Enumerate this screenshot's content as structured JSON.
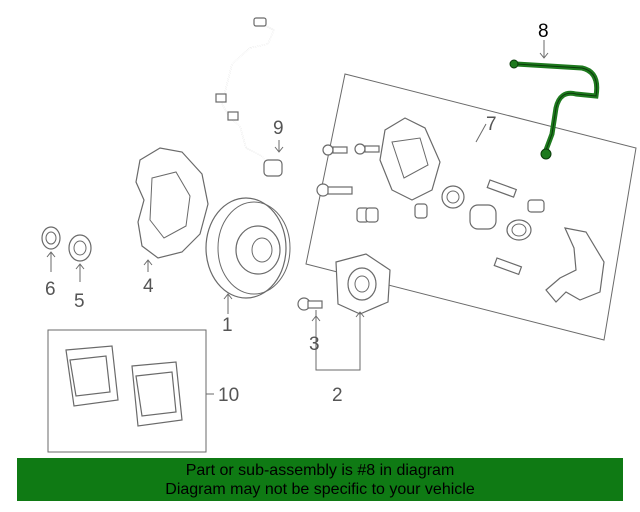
{
  "callouts": {
    "c1": "1",
    "c2": "2",
    "c3": "3",
    "c4": "4",
    "c5": "5",
    "c6": "6",
    "c7": "7",
    "c8": "8",
    "c9": "9",
    "c10": "10"
  },
  "highlight_part": "8",
  "colors": {
    "highlight_part": "#1e7a1e",
    "banner_bg": "#0f7a14",
    "line_art": "#6a6a6a"
  },
  "banner": {
    "line1": "Part or sub-assembly is #8 in diagram",
    "line2": "Diagram may not be specific to your vehicle"
  }
}
